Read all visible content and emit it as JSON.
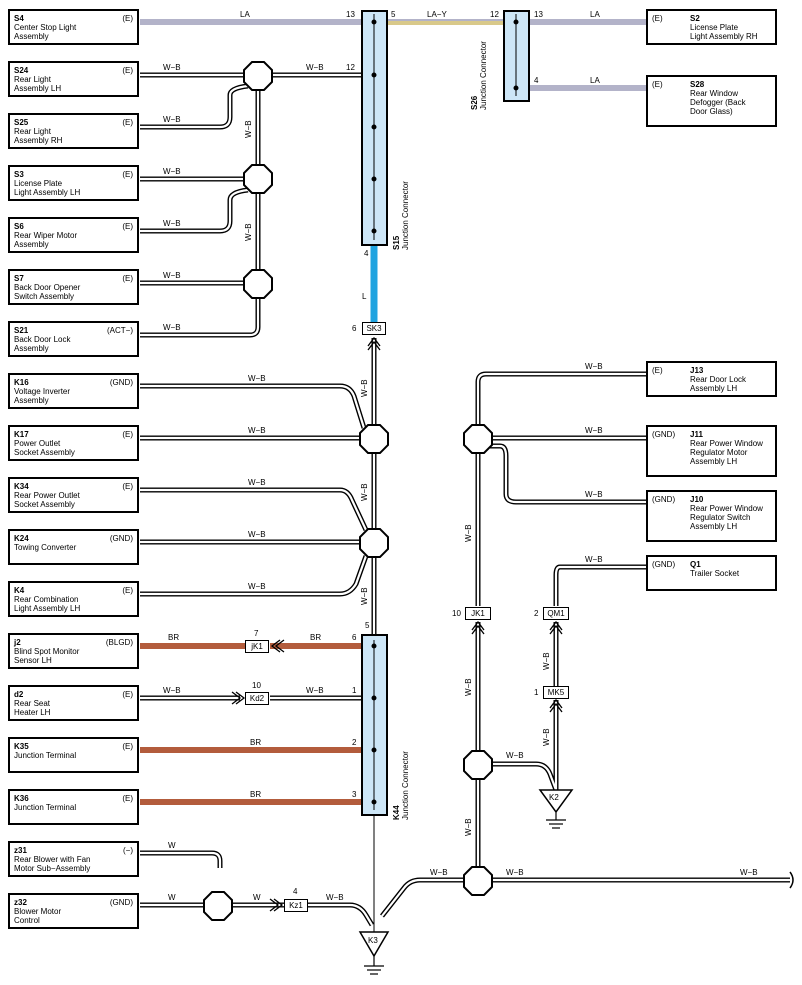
{
  "left_components": [
    {
      "code": "S4",
      "name": "Center Stop Light\nAssembly",
      "terminal": "(E)"
    },
    {
      "code": "S24",
      "name": "Rear Light\nAssembly LH",
      "terminal": "(E)"
    },
    {
      "code": "S25",
      "name": "Rear Light\nAssembly RH",
      "terminal": "(E)"
    },
    {
      "code": "S3",
      "name": "License Plate\nLight Assembly LH",
      "terminal": "(E)"
    },
    {
      "code": "S6",
      "name": "Rear Wiper Motor\nAssembly",
      "terminal": "(E)"
    },
    {
      "code": "S7",
      "name": "Back Door Opener\nSwitch Assembly",
      "terminal": "(E)"
    },
    {
      "code": "S21",
      "name": "Back Door Lock\nAssembly",
      "terminal": "(ACT−)"
    },
    {
      "code": "K16",
      "name": "Voltage Inverter\nAssembly",
      "terminal": "(GND)"
    },
    {
      "code": "K17",
      "name": "Power Outlet\nSocket Assembly",
      "terminal": "(E)"
    },
    {
      "code": "K34",
      "name": "Rear Power Outlet\nSocket Assembly",
      "terminal": "(E)"
    },
    {
      "code": "K24",
      "name": "Towing Converter",
      "terminal": "(GND)"
    },
    {
      "code": "K4",
      "name": "Rear Combination\nLight Assembly LH",
      "terminal": "(E)"
    },
    {
      "code": "j2",
      "name": "Blind Spot Monitor\nSensor LH",
      "terminal": "(BLGD)"
    },
    {
      "code": "d2",
      "name": "Rear Seat\nHeater LH",
      "terminal": "(E)"
    },
    {
      "code": "K35",
      "name": "Junction Terminal",
      "terminal": "(E)"
    },
    {
      "code": "K36",
      "name": "Junction Terminal",
      "terminal": "(E)"
    },
    {
      "code": "z31",
      "name": "Rear Blower with Fan\nMotor Sub−Assembly",
      "terminal": "(−)"
    },
    {
      "code": "z32",
      "name": "Blower Motor\nControl",
      "terminal": "(GND)"
    }
  ],
  "right_components": [
    {
      "code": "S2",
      "name": "License Plate\nLight Assembly RH",
      "terminal": "(E)"
    },
    {
      "code": "S28",
      "name": "Rear Window\nDefogger (Back\nDoor Glass)",
      "terminal": "(E)"
    },
    {
      "code": "J13",
      "name": "Rear Door Lock\nAssembly LH",
      "terminal": "(E)"
    },
    {
      "code": "J11",
      "name": "Rear Power Window\nRegulator Motor\nAssembly LH",
      "terminal": "(GND)"
    },
    {
      "code": "J10",
      "name": "Rear Power Window\nRegulator Switch\nAssembly LH",
      "terminal": "(GND)"
    },
    {
      "code": "Q1",
      "name": "Trailer Socket",
      "terminal": "(GND)"
    }
  ],
  "junction_connectors": [
    {
      "code": "S15",
      "name": "Junction Connector"
    },
    {
      "code": "S26",
      "name": "Junction Connector"
    },
    {
      "code": "K44",
      "name": "Junction Connector"
    }
  ],
  "connectors": {
    "sk3": "SK3",
    "jk1_left": "jK1",
    "kd2": "Kd2",
    "kz1": "Kz1",
    "jk1_right": "JK1",
    "qm1": "QM1",
    "mk5": "MK5"
  },
  "grounds": {
    "k3": "K3",
    "k2": "K2"
  },
  "wire_labels": {
    "la": "LA",
    "lay": "LA−Y",
    "wb": "W−B",
    "l": "L",
    "br": "BR",
    "w": "W"
  },
  "pin_numbers": {
    "p13": "13",
    "p5": "5",
    "p12": "12",
    "p4": "4",
    "p6": "6",
    "p7": "7",
    "p10": "10",
    "p1": "1",
    "p2": "2",
    "p3": "3"
  },
  "colors": {
    "la_wire": "#b3b3c9",
    "lay_wire": "#d9c98a",
    "l_wire": "#1fa3e0",
    "br_wire": "#b35c3c",
    "junction_fill": "#cde6f7"
  }
}
